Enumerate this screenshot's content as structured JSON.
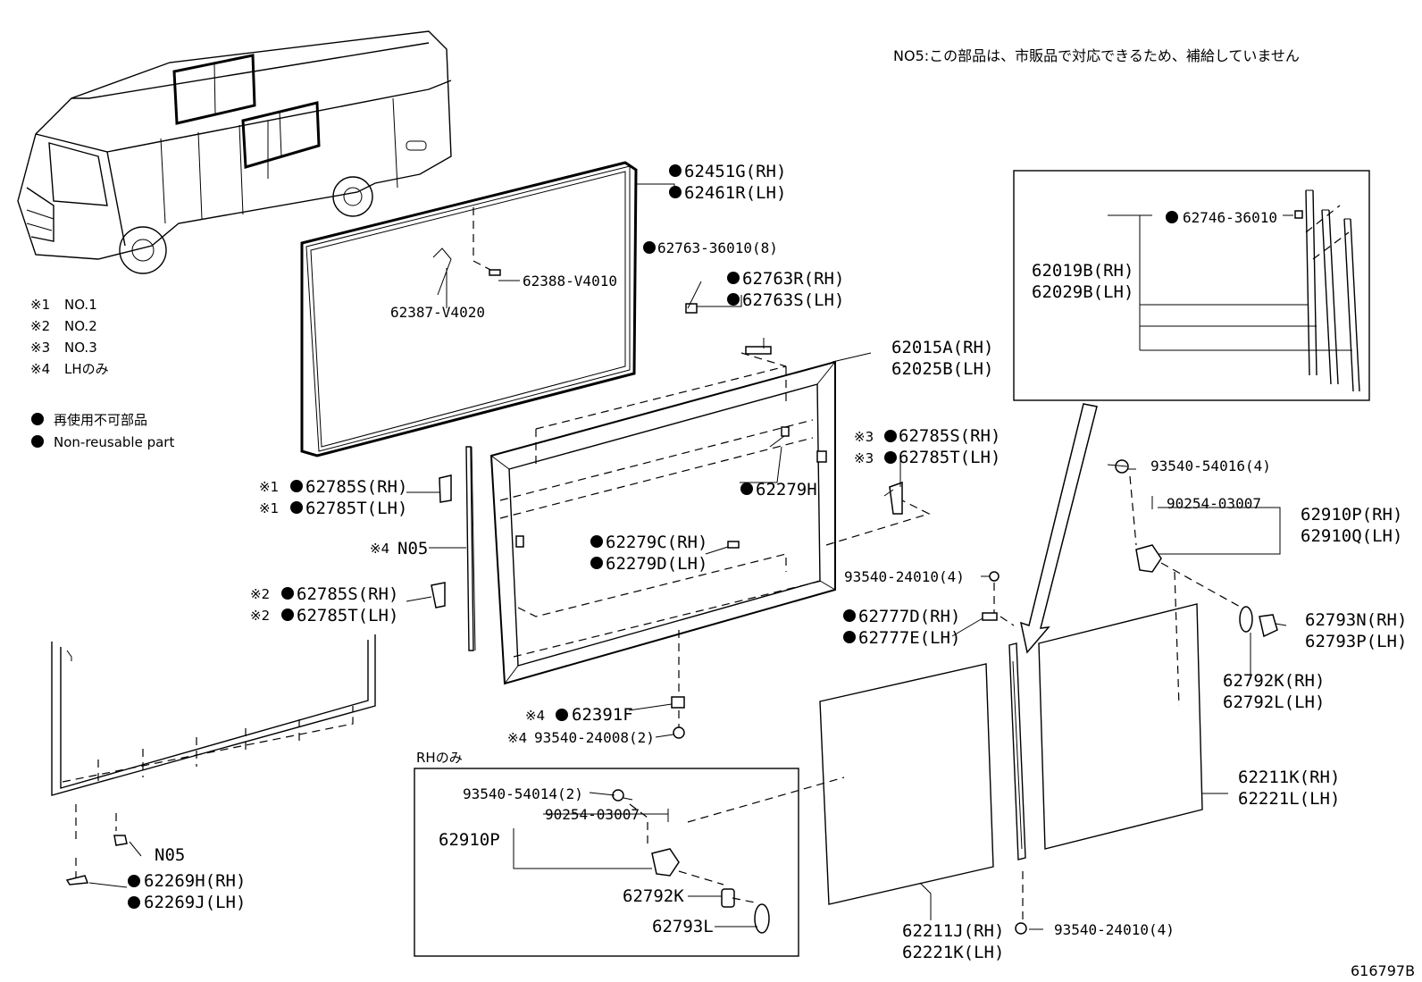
{
  "note_top": "NO5:この部品は、市販品で対応できるため、補給していません",
  "diagram_id": "616797B",
  "legend": {
    "items": [
      {
        "mark": "※1",
        "text": "NO.1"
      },
      {
        "mark": "※2",
        "text": "NO.2"
      },
      {
        "mark": "※3",
        "text": "NO.3"
      },
      {
        "mark": "※4",
        "text": "LHのみ"
      }
    ],
    "nonreusable_ja": "再使用不可部品",
    "nonreusable_en": "Non-reusable part"
  },
  "inset_rh_title": "RHのみ",
  "labels": {
    "l62451G": "62451G(RH)",
    "l62461R": "62461R(LH)",
    "l62763_36010": "62763-36010(8)",
    "l62763R": "62763R(RH)",
    "l62763S": "62763S(LH)",
    "l62388": "62388-V4010",
    "l62387": "62387-V4020",
    "l62015A": "62015A(RH)",
    "l62025B": "62025B(LH)",
    "l62785S_3": "62785S(RH)",
    "l62785T_3": "62785T(LH)",
    "m3a": "※3",
    "m3b": "※3",
    "l62279H": "62279H",
    "l62785S_1": "62785S(RH)",
    "l62785T_1": "62785T(LH)",
    "m1a": "※1",
    "m1b": "※1",
    "l62279C": "62279C(RH)",
    "l62279D": "62279D(LH)",
    "m4n05": "※4",
    "lN05a": "N05",
    "l62785S_2": "62785S(RH)",
    "l62785T_2": "62785T(LH)",
    "m2a": "※2",
    "m2b": "※2",
    "l93540_24010a": "93540-24010(4)",
    "l62777D": "62777D(RH)",
    "l62777E": "62777E(LH)",
    "m4f": "※4",
    "l62391F": "62391F",
    "m4b": "※4",
    "l93540_24008": "93540-24008(2)",
    "lN05b": "N05",
    "l62269H": "62269H(RH)",
    "l62269J": "62269J(LH)",
    "l93540_54014": "93540-54014(2)",
    "l90254_03007a": "90254-03007",
    "l62910P_a": "62910P",
    "l62792K_a": "62792K",
    "l62793L_a": "62793L",
    "l62746": "62746-36010",
    "l62019B": "62019B(RH)",
    "l62029B": "62029B(LH)",
    "l93540_54016": "93540-54016(4)",
    "l90254_03007b": "90254-03007",
    "l62910P_b": "62910P(RH)",
    "l62910Q": "62910Q(LH)",
    "l62793N": "62793N(RH)",
    "l62793P": "62793P(LH)",
    "l62792K_b": "62792K(RH)",
    "l62792L": "62792L(LH)",
    "l62211K_b": "62211K(RH)",
    "l62221L": "62221L(LH)",
    "l62211J": "62211J(RH)",
    "l62221K": "62221K(LH)",
    "l93540_24010b": "93540-24010(4)"
  }
}
